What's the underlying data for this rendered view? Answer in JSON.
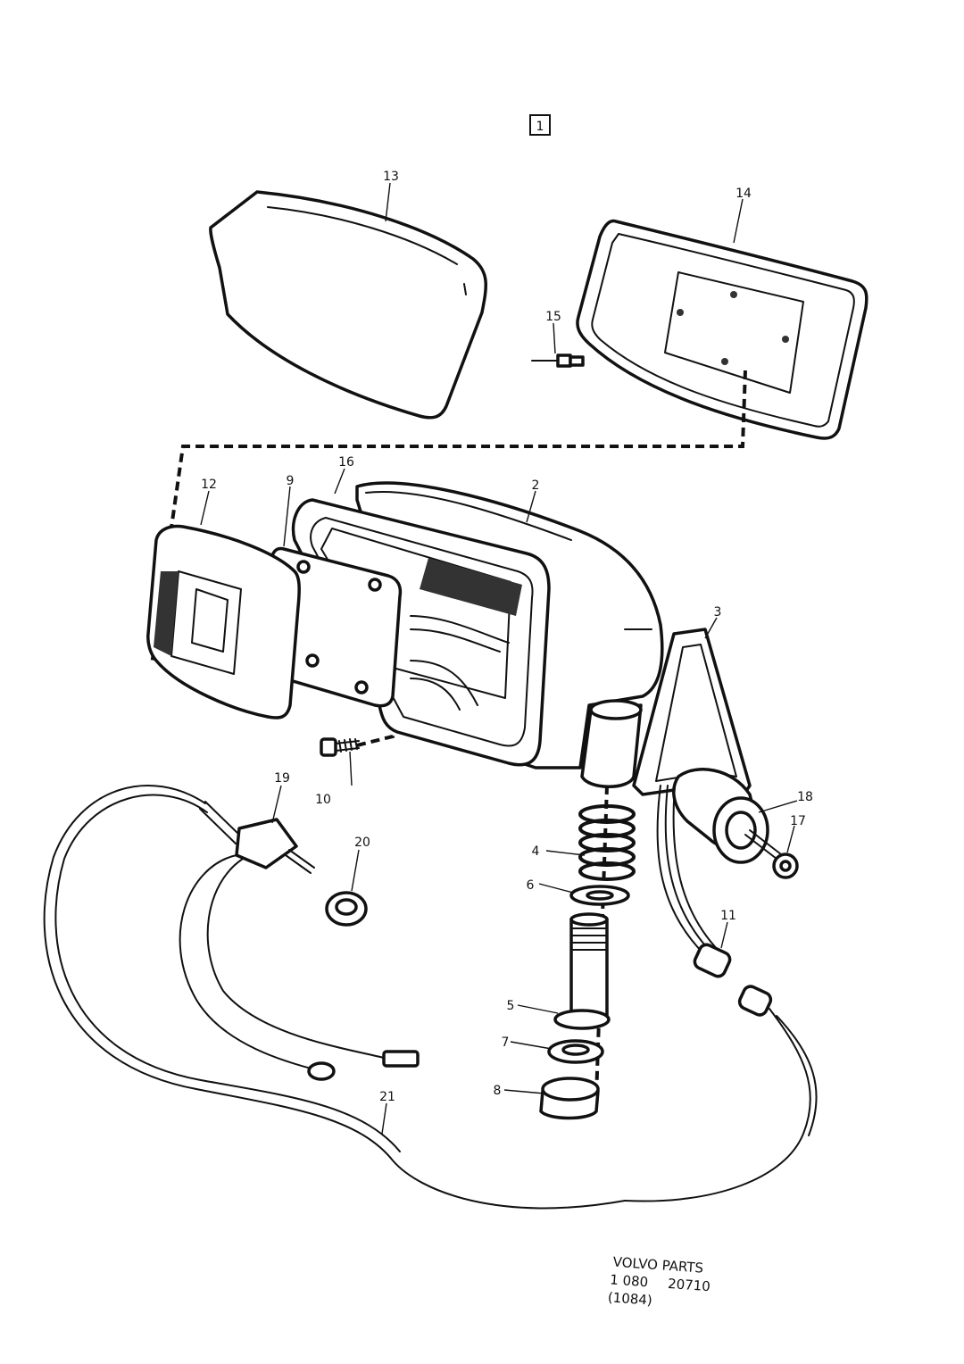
{
  "figure_badge": "1",
  "callouts": {
    "c2": "2",
    "c3": "3",
    "c4": "4",
    "c5": "5",
    "c6": "6",
    "c7": "7",
    "c8": "8",
    "c9": "9",
    "c10": "10",
    "c11": "11",
    "c12": "12",
    "c13": "13",
    "c14": "14",
    "c15": "15",
    "c16": "16",
    "c17": "17",
    "c18": "18",
    "c19": "19",
    "c20": "20",
    "c21": "21"
  },
  "stamp": {
    "line1": "VOLVO PARTS",
    "line2_a": "1 080",
    "line2_b": "20710",
    "line3": "(1084)"
  }
}
